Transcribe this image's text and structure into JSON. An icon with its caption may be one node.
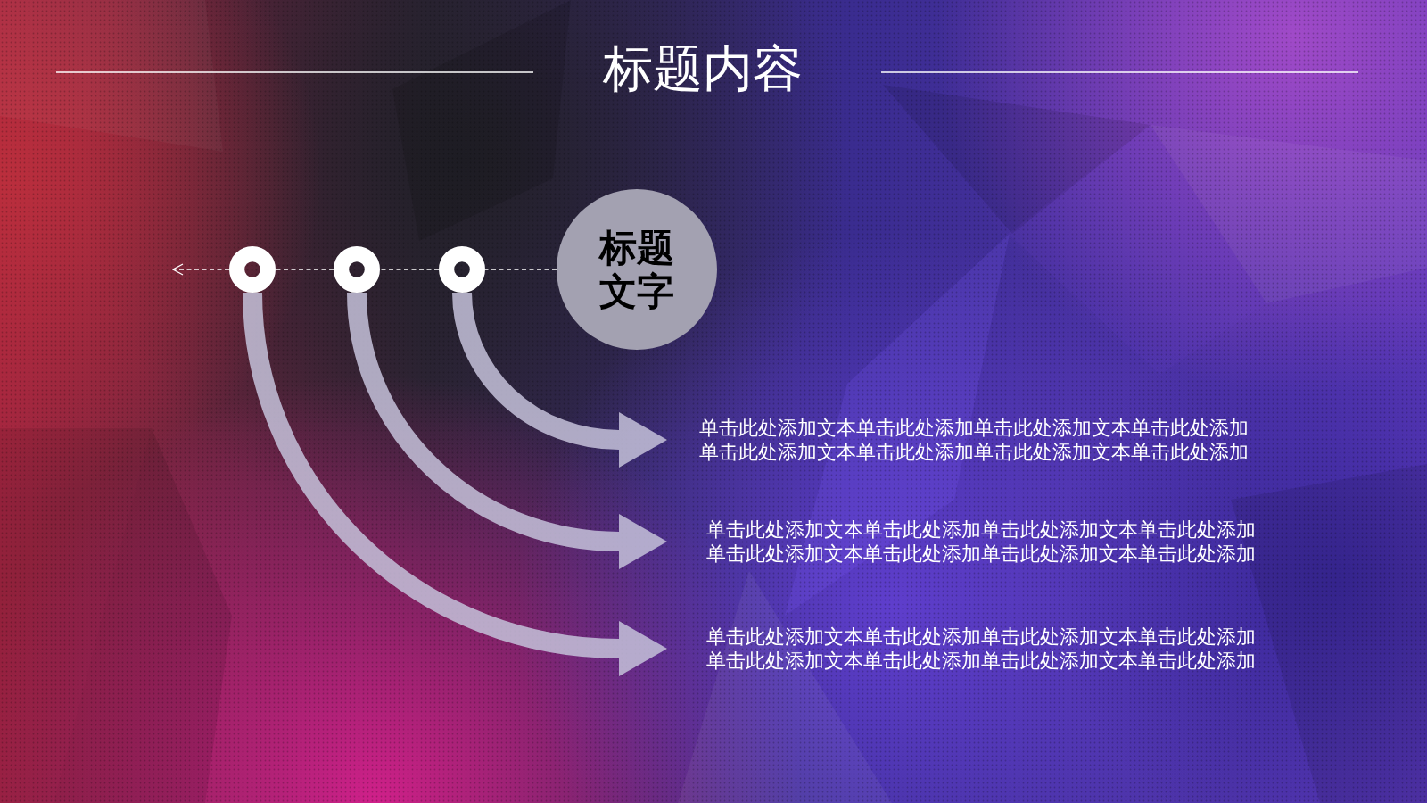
{
  "diagram": {
    "title": "标题内容",
    "nodes": [
      {
        "text": [],
        "shape": "circle"
      },
      {
        "text": [],
        "shape": "circle"
      },
      {
        "text": [],
        "shape": "circle"
      },
      {
        "text": [
          "标题文字"
        ]
      },
      {
        "text": [
          "单击此处添加文本单击此处添加单击此处添加文本单击此处添加单击此处添加文本单击此处添加单击此处添加文本单击此处添加"
        ]
      },
      {
        "text": [
          "单击此处添加文本单击此处添加单击此处添加文本单击此处添加单击此处添加文本单击此处添加单击此处添加文本单击此处添加"
        ]
      },
      {
        "text": [
          "单击此处添加文本单击此处添加单击此处添加文本单击此处添加单击此处添加文本单击此处添加单击此处添加文本单击此处添加"
        ]
      }
    ],
    "edges": [
      {
        "from": 3,
        "to": 2,
        "arrow": "none",
        "style": "dashed"
      },
      {
        "from": 2,
        "to": 1,
        "arrow": "none",
        "style": "dashed"
      },
      {
        "from": 1,
        "to": 0,
        "arrow": "none",
        "style": "dashed"
      },
      {
        "from": 0,
        "to": null,
        "arrow": "to",
        "style": "dashed"
      },
      {
        "from": 2,
        "to": 4,
        "arrow": "to",
        "style": "thick",
        "color": "#c4c0d8"
      },
      {
        "from": 1,
        "to": 5,
        "arrow": "to",
        "style": "thick",
        "color": "#c4c0d8"
      },
      {
        "from": 0,
        "to": 6,
        "arrow": "to",
        "style": "thick",
        "color": "#c4c0d8"
      }
    ]
  }
}
